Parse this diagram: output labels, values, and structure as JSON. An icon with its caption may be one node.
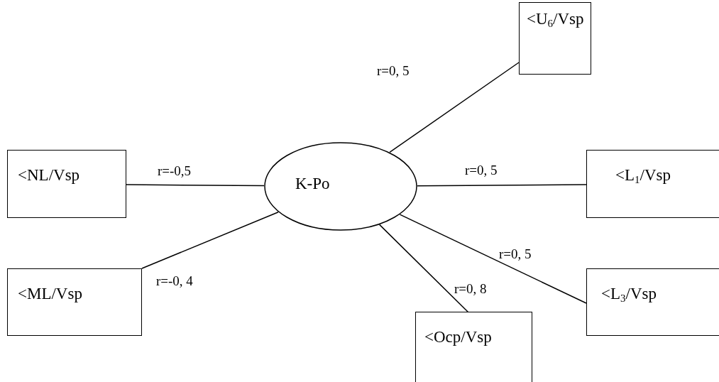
{
  "diagram": {
    "nodes": [
      {
        "text": [
          "K-Po"
        ]
      },
      {
        "text": [
          "<U$_{6}$/Vsp"
        ]
      },
      {
        "text": [
          "<NL/Vsp"
        ]
      },
      {
        "text": [
          "<L$_{1}$/Vsp"
        ]
      },
      {
        "text": [
          "<ML/Vsp"
        ]
      },
      {
        "text": [
          "<L$_{3}$/Vsp"
        ]
      },
      {
        "text": [
          "<Ocp/Vsp"
        ]
      }
    ],
    "edges": [
      {
        "from": 0,
        "to": 1,
        "arrow": "none",
        "label": "r=0, 5"
      },
      {
        "from": 0,
        "to": 2,
        "arrow": "none",
        "label": "r=-0,5"
      },
      {
        "from": 0,
        "to": 3,
        "arrow": "none",
        "label": "r=0, 5"
      },
      {
        "from": 0,
        "to": 4,
        "arrow": "none",
        "label": "r=-0, 4"
      },
      {
        "from": 0,
        "to": 5,
        "arrow": "none",
        "label": "r=0, 5"
      },
      {
        "from": 0,
        "to": 6,
        "arrow": "none",
        "label": "r=0, 8"
      }
    ]
  }
}
